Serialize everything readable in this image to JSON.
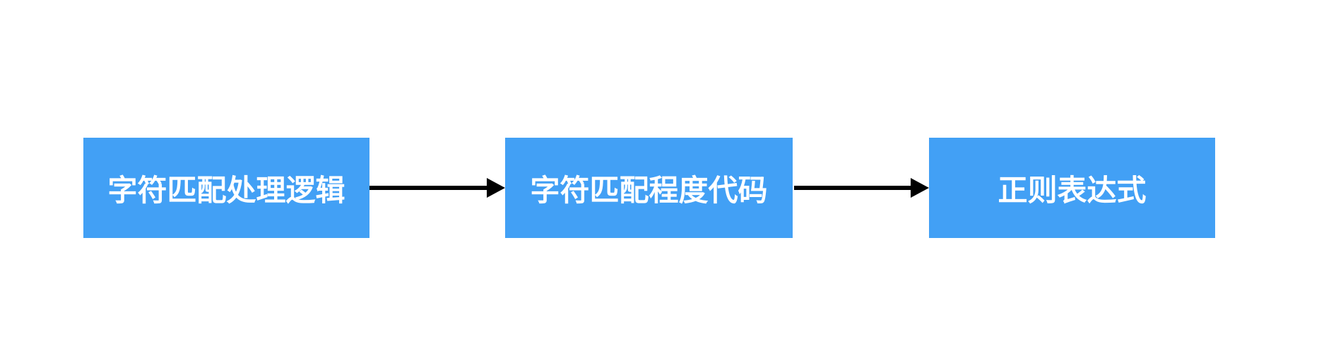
{
  "diagram": {
    "background_color": "#ffffff",
    "node_fill_color": "#42A0F5",
    "node_text_color": "#ffffff",
    "arrow_color": "#000000",
    "nodes": [
      {
        "id": "node-1",
        "label": "字符匹配处理逻辑"
      },
      {
        "id": "node-2",
        "label": "字符匹配程度代码"
      },
      {
        "id": "node-3",
        "label": "正则表达式"
      }
    ],
    "edges": [
      {
        "from": "字符匹配处理逻辑",
        "to": "字符匹配程度代码"
      },
      {
        "from": "字符匹配程度代码",
        "to": "正则表达式"
      }
    ]
  }
}
